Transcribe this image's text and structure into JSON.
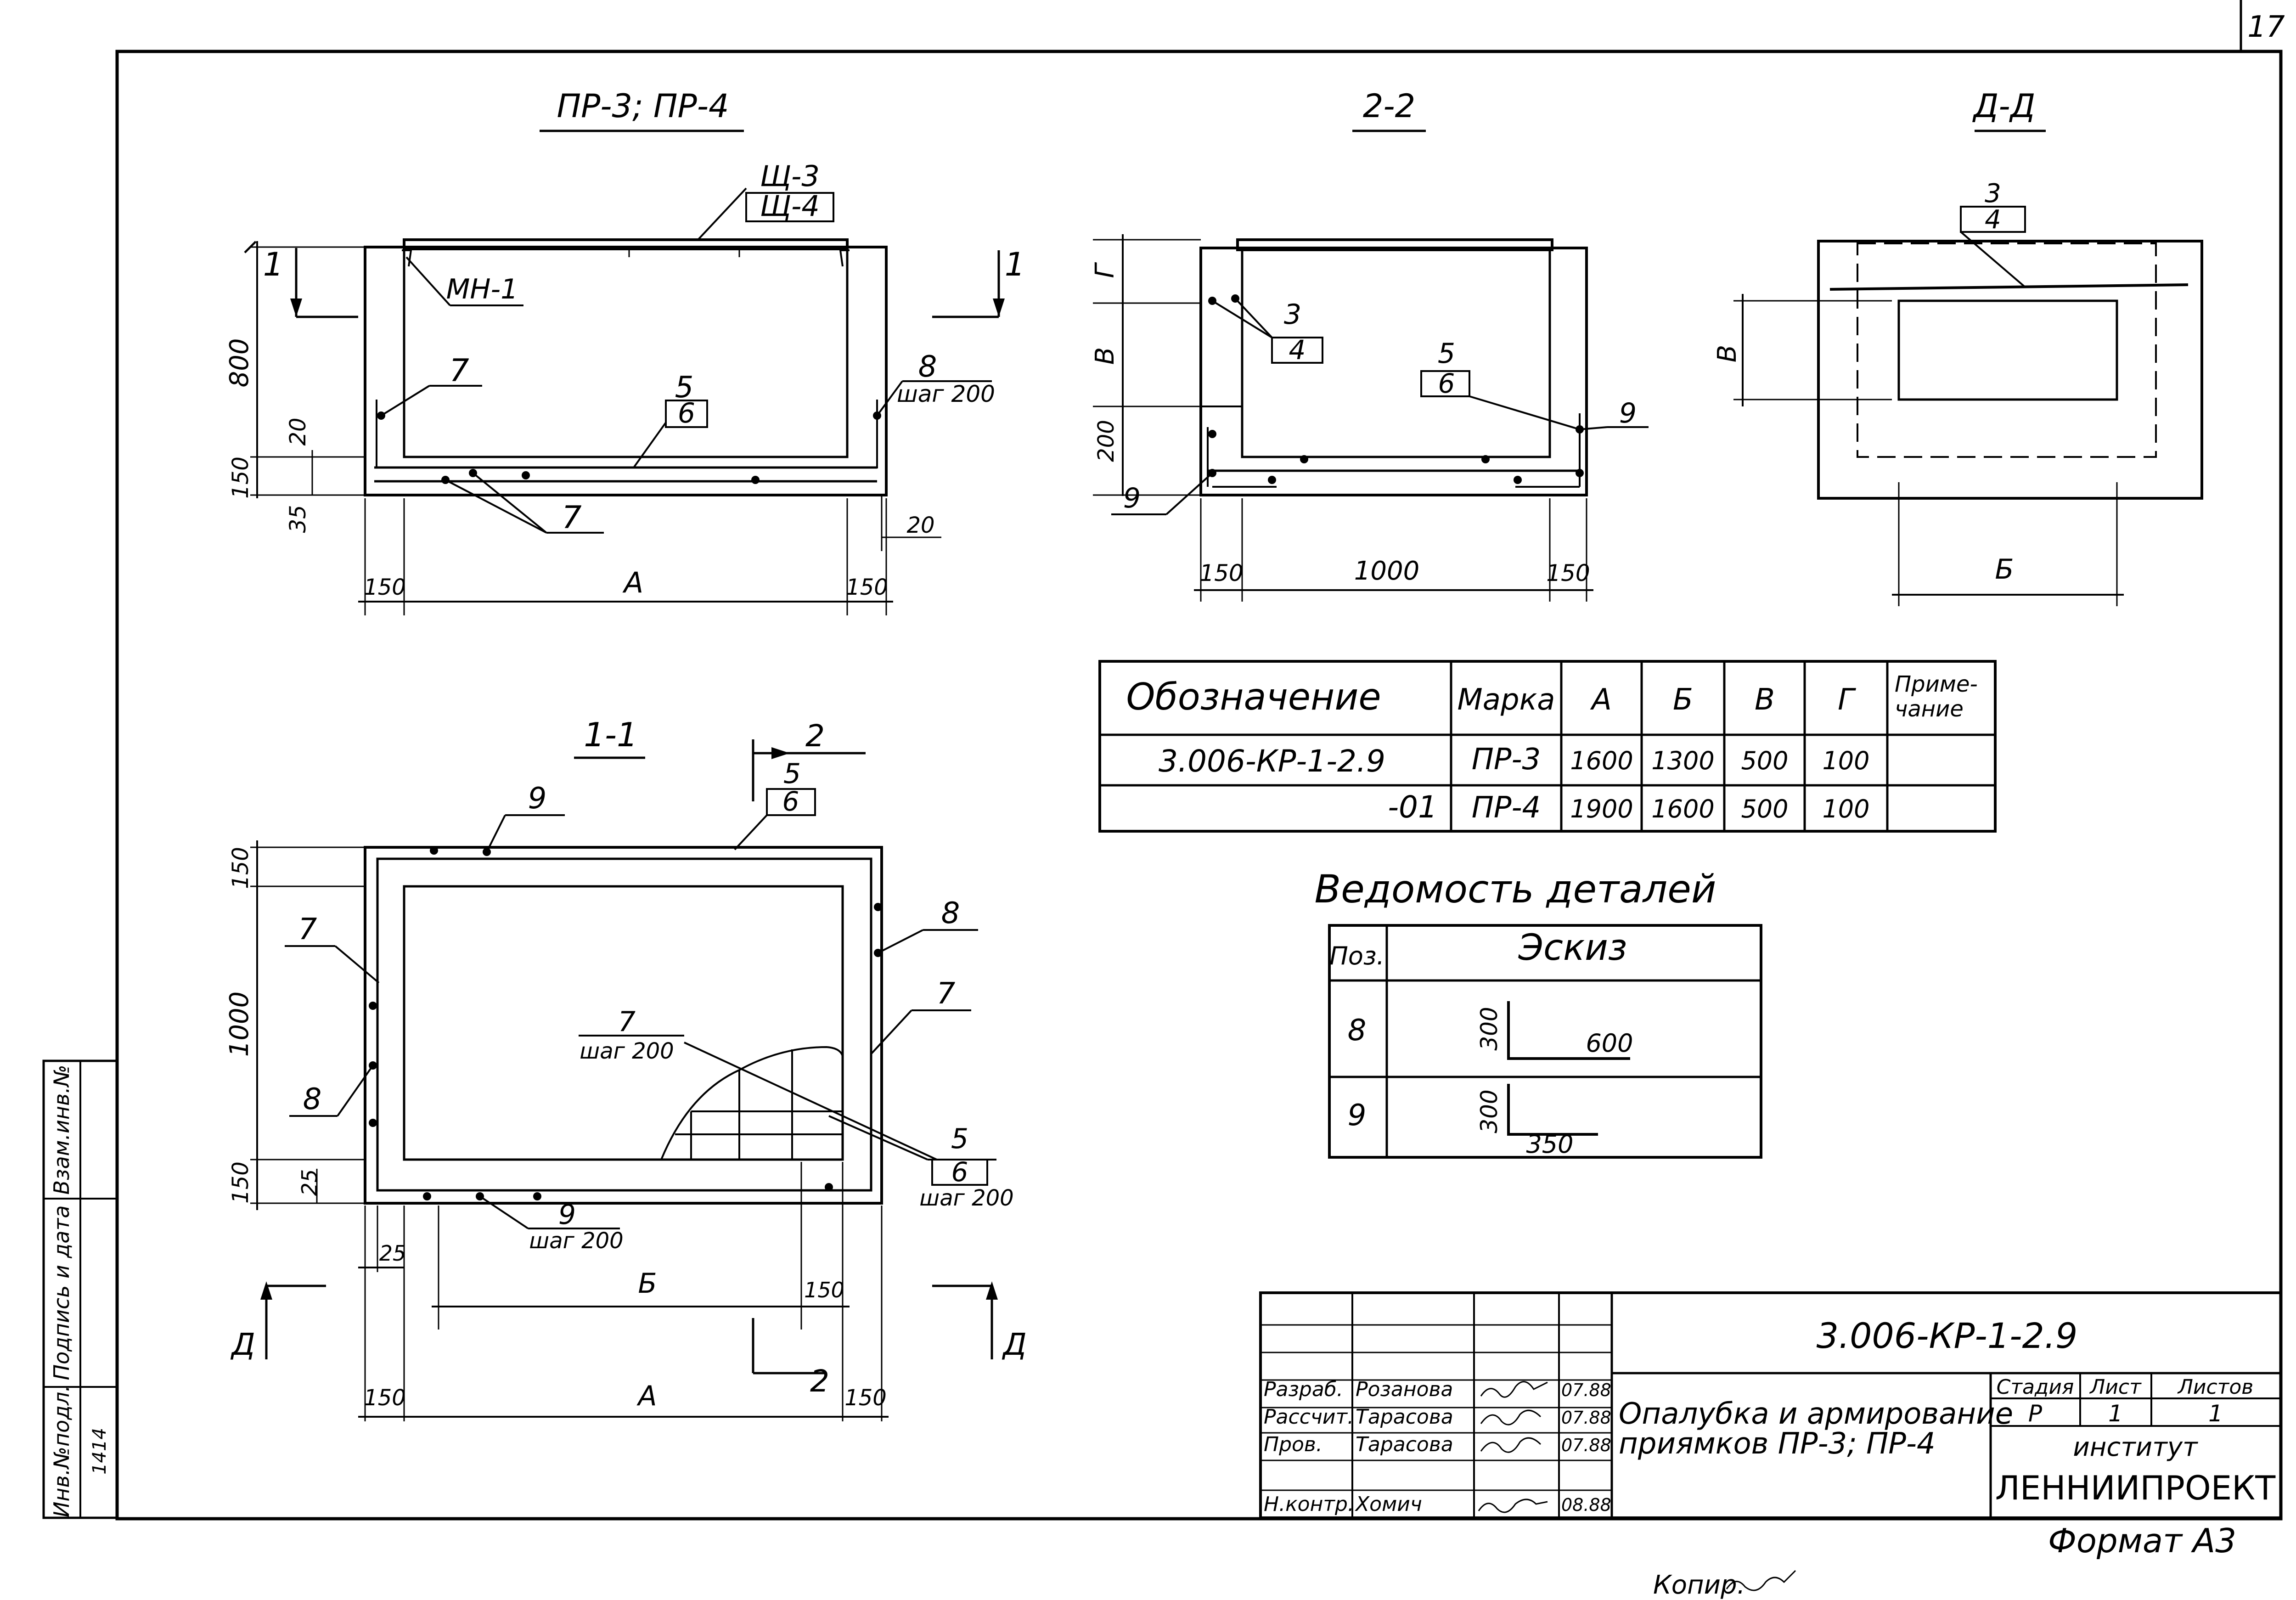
{
  "sheet_number": "17",
  "format_label": "Формат А3",
  "copy_label": "Копир.",
  "views": {
    "plan": {
      "title": "ПР-3; ПР-4",
      "shield_marks": [
        "Щ-3",
        "Щ-4"
      ],
      "mn_mark": "МН-1",
      "section_mark": "1",
      "bar_marks": [
        "7",
        "5",
        "6",
        "8",
        "7"
      ],
      "step_label": "шаг 200",
      "dims": {
        "h800": "800",
        "d20": "20",
        "d150": "150",
        "d35": "35",
        "d20b": "20",
        "d150l": "150",
        "a": "А",
        "d150r": "150"
      }
    },
    "section22": {
      "title": "2-2",
      "marks": [
        "3",
        "4",
        "5",
        "6",
        "9",
        "9"
      ],
      "dims": {
        "g": "Г",
        "v": "В",
        "d200": "200",
        "d150l": "150",
        "d1000": "1000",
        "d150r": "150"
      }
    },
    "sectionDD": {
      "title": "Д-Д",
      "marks": [
        "3",
        "4"
      ],
      "dims": {
        "v": "В",
        "b": "Б"
      }
    },
    "section11": {
      "title": "1-1",
      "section_mark": "2",
      "view_mark": "Д",
      "marks": {
        "m9top": "9",
        "m5": "5",
        "m6": "6",
        "m7l": "7",
        "m8r": "8",
        "m7r": "7",
        "m7c": "7",
        "m8l": "8",
        "m5b": "5",
        "m6b": "6",
        "m9b": "9"
      },
      "step_label": "шаг 200",
      "dims": {
        "d150t": "150",
        "d1000": "1000",
        "d150b": "150",
        "d25": "25",
        "d25b": "25",
        "b": "Б",
        "d150m": "150",
        "a": "А",
        "d150l": "150",
        "d150r": "150"
      }
    }
  },
  "spec_table": {
    "headers": [
      "Обозначение",
      "Марка",
      "А",
      "Б",
      "В",
      "Г",
      "Приме-чание"
    ],
    "rows": [
      [
        "3.006-КР-1-2.9",
        "ПР-3",
        "1600",
        "1300",
        "500",
        "100",
        ""
      ],
      [
        "-01",
        "ПР-4",
        "1900",
        "1600",
        "500",
        "100",
        ""
      ]
    ]
  },
  "details": {
    "title": "Ведомость деталей",
    "headers": [
      "Поз.",
      "Эскиз"
    ],
    "rows": [
      {
        "pos": "8",
        "h": "300",
        "l": "600"
      },
      {
        "pos": "9",
        "h": "300",
        "l": "350"
      }
    ]
  },
  "side_stamp": [
    "Инв.№подл.",
    "Подпись и дата",
    "Взам.инв.№"
  ],
  "side_stamp_number": "1414",
  "title_block": {
    "code": "3.006-КР-1-2.9",
    "title_line1": "Опалубка и армирование",
    "title_line2": "приямков ПР-3; ПР-4",
    "roles": [
      {
        "role": "Разраб.",
        "name": "Розанова",
        "date": "07.88"
      },
      {
        "role": "Рассчит.",
        "name": "Тарасова",
        "date": "07.88"
      },
      {
        "role": "Пров.",
        "name": "Тарасова",
        "date": "07.88"
      },
      {
        "role": "Н.контр.",
        "name": "Хомич",
        "date": "08.88"
      }
    ],
    "stage_label": "Стадия",
    "sheet_label": "Лист",
    "sheets_label": "Листов",
    "stage": "Р",
    "sheet": "1",
    "sheets": "1",
    "org_line1": "институт",
    "org_line2": "ЛЕННИИПРОЕКТ"
  }
}
